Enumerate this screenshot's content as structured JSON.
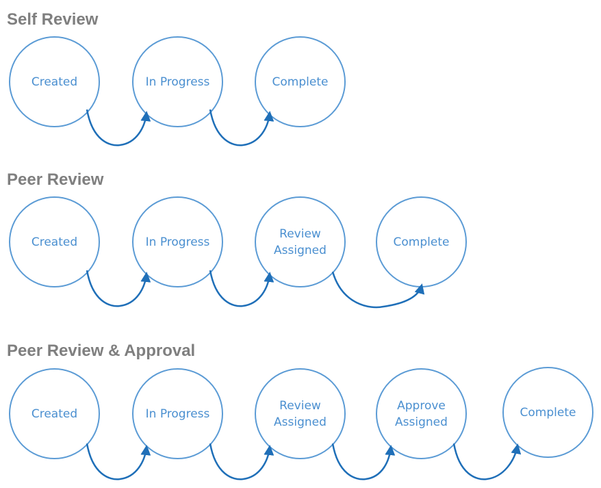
{
  "sections": [
    {
      "title": "Self Review",
      "steps": [
        "Created",
        "In Progress",
        "Complete"
      ]
    },
    {
      "title": "Peer Review",
      "steps": [
        "Created",
        "In Progress",
        "Review\nAssigned",
        "Complete"
      ]
    },
    {
      "title": "Peer Review & Approval",
      "steps": [
        "Created",
        "In Progress",
        "Review\nAssigned",
        "Approve\nAssigned",
        "Complete"
      ]
    }
  ],
  "colors": {
    "title": "#7f7f7f",
    "node_border": "#5b9bd5",
    "node_text": "#4a8fd0",
    "arrow": "#1f6fb8"
  }
}
